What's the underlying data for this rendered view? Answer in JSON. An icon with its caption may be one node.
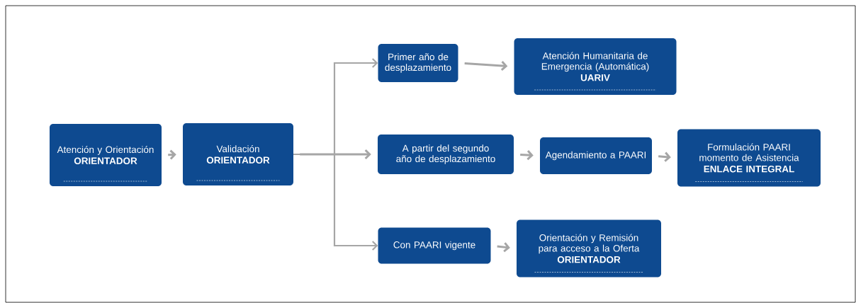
{
  "diagram": {
    "nodes": [
      {
        "text": [
          "Atención y Orientación",
          "ORIENTADOR"
        ]
      },
      {
        "text": [
          "Validación",
          "ORIENTADOR"
        ]
      },
      {
        "text": [
          "Primer año de desplazamiento"
        ]
      },
      {
        "text": [
          "Atención Humanitaria de Emergencia (Automática)",
          "UARIV"
        ]
      },
      {
        "text": [
          "A partir del segundo año de desplazamiento"
        ]
      },
      {
        "text": [
          "Agendamiento a PAARI"
        ]
      },
      {
        "text": [
          "Formulación PAARI momento de Asistencia",
          "ENLACE INTEGRAL"
        ]
      },
      {
        "text": [
          "Con PAARI vigente"
        ]
      },
      {
        "text": [
          "Orientación y Remisión para acceso a la Oferta",
          "ORIENTADOR"
        ]
      }
    ],
    "edges": [
      {
        "from": 0,
        "to": 1,
        "arrow": "to"
      },
      {
        "from": 1,
        "to": 2,
        "arrow": "to"
      },
      {
        "from": 1,
        "to": 4,
        "arrow": "to"
      },
      {
        "from": 1,
        "to": 7,
        "arrow": "to"
      },
      {
        "from": 2,
        "to": 3,
        "arrow": "to"
      },
      {
        "from": 4,
        "to": 5,
        "arrow": "to"
      },
      {
        "from": 5,
        "to": 6,
        "arrow": "to"
      },
      {
        "from": 7,
        "to": 8,
        "arrow": "to"
      }
    ]
  }
}
